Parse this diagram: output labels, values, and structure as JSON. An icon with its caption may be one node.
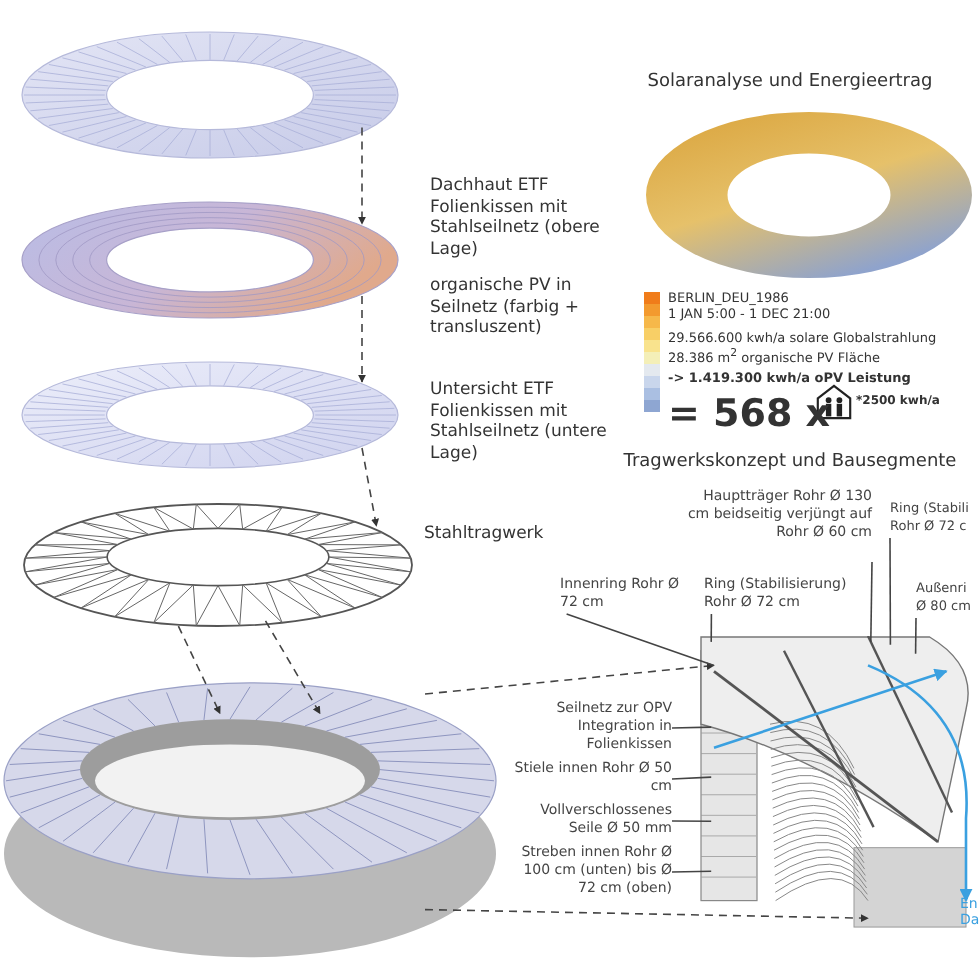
{
  "diagram": {
    "nodes": [
      {
        "text": [],
        "shape": "picture",
        "beside": [
          "Dachhaut ETF Folienkissen mit Stahlseilnetz (obere Lage)"
        ]
      },
      {
        "text": [],
        "shape": "picture",
        "beside": [
          "organische PV in Seilnetz (farbig + transluszent)"
        ]
      },
      {
        "text": [],
        "shape": "picture",
        "beside": [
          "Untersicht ETF Folienkissen mit Stahlseilnetz (untere Lage)"
        ]
      },
      {
        "text": [],
        "shape": "picture",
        "beside": [
          "Stahltragwerk"
        ]
      },
      {
        "text": [],
        "shape": "picture"
      },
      {
        "text": [],
        "shape": "picture"
      },
      {
        "text": [
          "Hauptträger Rohr Ø 130 cm beidseitig verjüngt auf Rohr Ø 60 cm"
        ]
      },
      {
        "text": [
          "Ring (Stabili Rohr Ø 72 c"
        ]
      },
      {
        "text": [
          "Innenring Rohr Ø 72 cm"
        ]
      },
      {
        "text": [
          "Ring (Stabilisierung) Rohr Ø 72 cm"
        ]
      },
      {
        "text": [
          "Außenri Ø 80 cm"
        ]
      },
      {
        "text": [
          "Seilnetz zur OPV Integration in Folienkissen"
        ]
      },
      {
        "text": [
          "Stiele innen Rohr Ø 50 cm"
        ]
      },
      {
        "text": [
          "Vollverschlossenes Seile Ø 50 mm"
        ]
      },
      {
        "text": [
          "Streben innen Rohr Ø 100 cm (unten) bis Ø 72 cm (oben)"
        ]
      }
    ],
    "edges": [
      {
        "from": 0,
        "to": 1,
        "arrow": "to",
        "style": "dashed"
      },
      {
        "from": 1,
        "to": 2,
        "arrow": "to",
        "style": "dashed"
      },
      {
        "from": 2,
        "to": 3,
        "arrow": "to",
        "style": "dashed"
      },
      {
        "from": 3,
        "to": 4,
        "arrow": "to",
        "style": "dashed"
      },
      {
        "from": 3,
        "to": 4,
        "arrow": "to",
        "style": "dashed"
      },
      {
        "from": 4,
        "to": 5,
        "arrow": "to",
        "style": "dashed"
      },
      {
        "from": 4,
        "to": 5,
        "arrow": "to",
        "style": "dashed"
      },
      {
        "from": 6,
        "to": 5,
        "arrow": "none"
      },
      {
        "from": 7,
        "to": 5,
        "arrow": "none"
      },
      {
        "from": 8,
        "to": 5,
        "arrow": "none"
      },
      {
        "from": 9,
        "to": 5,
        "arrow": "none"
      },
      {
        "from": 10,
        "to": 5,
        "arrow": "none"
      },
      {
        "from": 11,
        "to": 5,
        "arrow": "none"
      },
      {
        "from": 12,
        "to": 5,
        "arrow": "none"
      },
      {
        "from": 13,
        "to": 5,
        "arrow": "none"
      },
      {
        "from": 14,
        "to": 5,
        "arrow": "none"
      }
    ],
    "labels": [
      "Solaranalyse und Energieertrag",
      "BERLIN_DEU_1986",
      "1 JAN 5:00 - 1 DEC 21:00",
      "29.566.600 kwh/a solare Globalstrahlung",
      "28.386 m$^{2}$ organische PV Fläche",
      "-> 1.419.300 kwh/a oPV Leistung",
      "= 568 x",
      "*2500 kwh/a",
      "Tragwerkskonzept und Bausegmente",
      "En",
      "Da"
    ]
  }
}
